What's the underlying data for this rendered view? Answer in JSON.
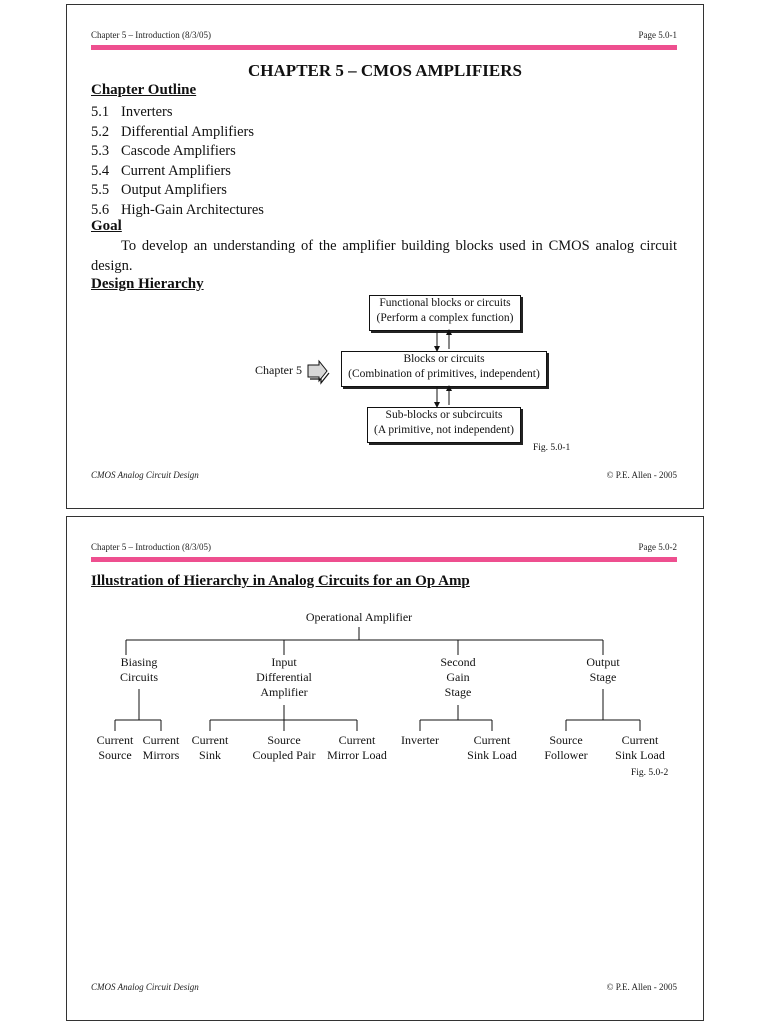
{
  "slide1": {
    "header_left": "Chapter 5 – Introduction (8/3/05)",
    "header_right": "Page 5.0-1",
    "title": "CHAPTER 5 – CMOS AMPLIFIERS",
    "outline_heading": "Chapter Outline",
    "outline": [
      {
        "num": "5.1",
        "text": "Inverters"
      },
      {
        "num": "5.2",
        "text": "Differential Amplifiers"
      },
      {
        "num": "5.3",
        "text": "Cascode Amplifiers"
      },
      {
        "num": "5.4",
        "text": "Current Amplifiers"
      },
      {
        "num": "5.5",
        "text": "Output Amplifiers"
      },
      {
        "num": "5.6",
        "text": "High-Gain Architectures"
      }
    ],
    "goal_heading": "Goal",
    "goal_text": "To develop an understanding of the amplifier building blocks used in CMOS analog circuit design.",
    "hierarchy_heading": "Design Hierarchy",
    "diagram": {
      "top_box": [
        "Functional blocks or circuits",
        "(Perform a complex function)"
      ],
      "mid_box": [
        "Blocks or circuits",
        "(Combination of primitives, independent)"
      ],
      "bottom_box": [
        "Sub-blocks or subcircuits",
        "(A primitive, not independent)"
      ],
      "pointer_label": "Chapter 5",
      "fig": "Fig. 5.0-1"
    },
    "footer_left": "CMOS Analog Circuit Design",
    "footer_right": "© P.E. Allen - 2005"
  },
  "slide2": {
    "header_left": "Chapter 5 – Introduction (8/3/05)",
    "header_right": "Page 5.0-2",
    "title": "Illustration of Hierarchy in Analog Circuits for an Op Amp",
    "tree": {
      "root": "Operational Amplifier",
      "biasing": [
        "Biasing",
        "Circuits"
      ],
      "input": [
        "Input",
        "Differential",
        "Amplifier"
      ],
      "second": [
        "Second",
        "Gain",
        "Stage"
      ],
      "output": [
        "Output",
        "Stage"
      ],
      "leaf_cur_source": [
        "Current",
        "Source"
      ],
      "leaf_cur_mirrors": [
        "Current",
        "Mirrors"
      ],
      "leaf_cur_sink": [
        "Current",
        "Sink"
      ],
      "leaf_source_coupled": [
        "Source",
        "Coupled Pair"
      ],
      "leaf_mirror_load": [
        "Current",
        "Mirror Load"
      ],
      "leaf_inverter": [
        "Inverter"
      ],
      "leaf_sink_load_2": [
        "Current",
        "Sink Load"
      ],
      "leaf_source_follower": [
        "Source",
        "Follower"
      ],
      "leaf_sink_load_out": [
        "Current",
        "Sink Load"
      ]
    },
    "fig": "Fig. 5.0-2",
    "footer_left": "CMOS Analog Circuit Design",
    "footer_right": "© P.E. Allen - 2005"
  }
}
